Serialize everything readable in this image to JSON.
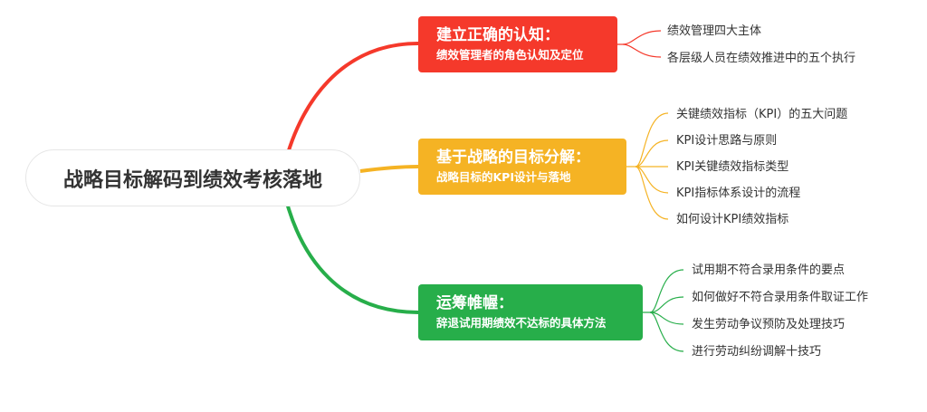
{
  "root": {
    "label": "战略目标解码到绩效考核落地"
  },
  "branches": [
    {
      "title": "建立正确的认知：",
      "subtitle": "绩效管理者的角色认知及定位",
      "color": "#f5392b",
      "children": [
        "绩效管理四大主体",
        "各层级人员在绩效推进中的五个执行"
      ]
    },
    {
      "title": "基于战略的目标分解：",
      "subtitle": "战略目标的KPI设计与落地",
      "color": "#f5b324",
      "children": [
        "关键绩效指标（KPI）的五大问题",
        "KPI设计思路与原则",
        "KPI关键绩效指标类型",
        "KPI指标体系设计的流程",
        "如何设计KPI绩效指标"
      ]
    },
    {
      "title": "运筹帷幄：",
      "subtitle": "辞退试用期绩效不达标的具体方法",
      "color": "#27ae4a",
      "children": [
        "试用期不符合录用条件的要点",
        "如何做好不符合录用条件取证工作",
        "发生劳动争议预防及处理技巧",
        "进行劳动纠纷调解十技巧"
      ]
    }
  ]
}
